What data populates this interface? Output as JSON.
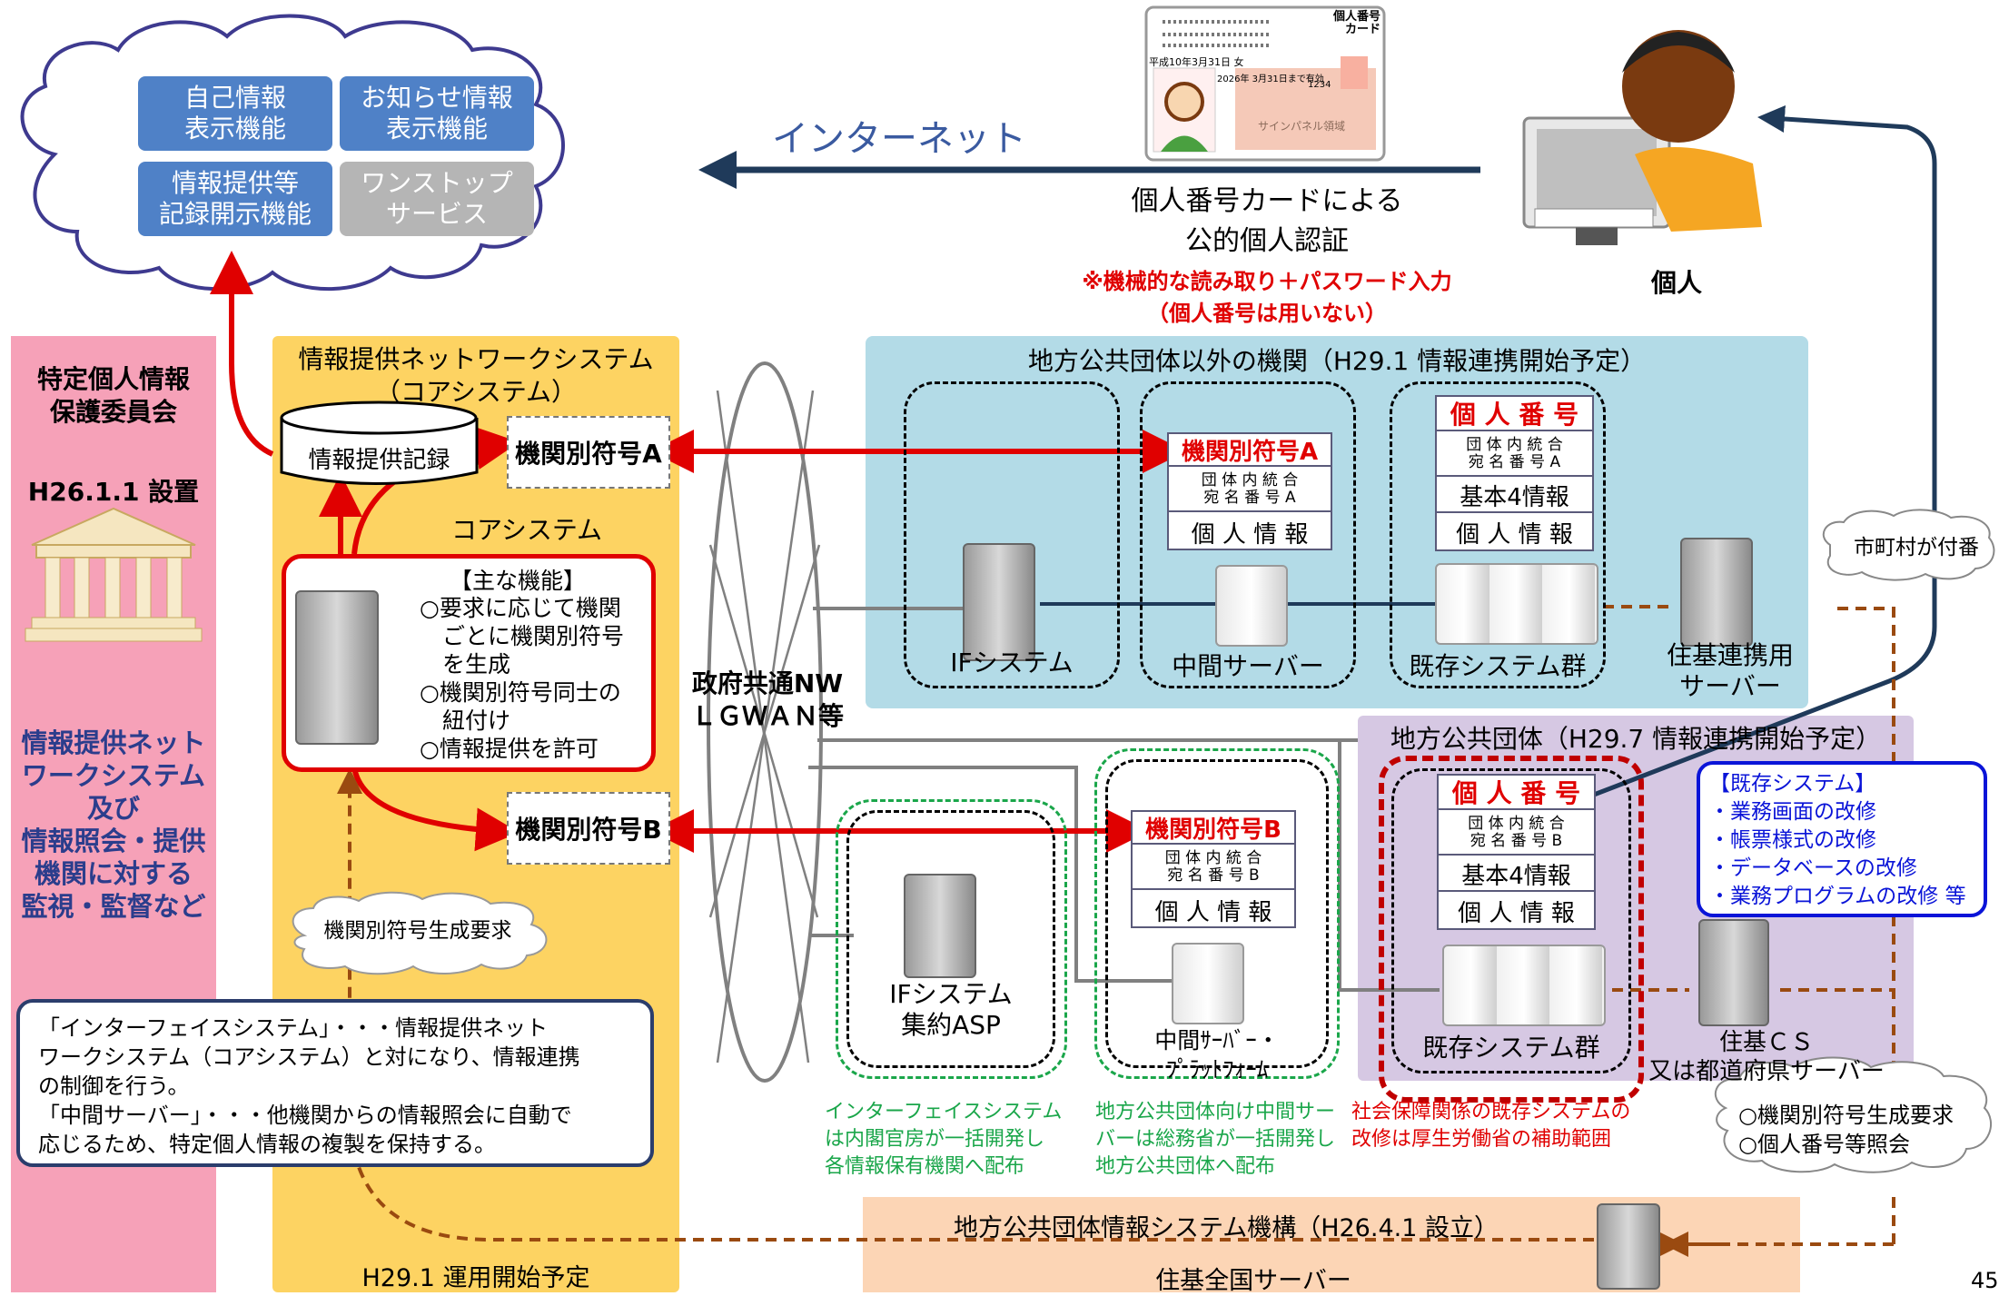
{
  "cloud_functions": [
    {
      "label": "自己情報\n表示機能",
      "style": "blue"
    },
    {
      "label": "お知らせ情報\n表示機能",
      "style": "blue"
    },
    {
      "label": "情報提供等\n記録開示機能",
      "style": "blue"
    },
    {
      "label": "ワンストップ\nサービス",
      "style": "gray"
    }
  ],
  "internet_label": "インターネット",
  "mynumber_card": {
    "title": "個人番号\nカード",
    "expiry": "2026年 3月31日まで有効",
    "birth": "平成10年3月31日",
    "sex": "女",
    "signature_panel": "サインパネル領域",
    "code": "1234"
  },
  "auth": {
    "line1": "個人番号カードによる",
    "line2": "公的個人認証",
    "note1": "※機械的な読み取り＋パスワード入力",
    "note2": "（個人番号は用いない）"
  },
  "person_label": "個人",
  "commission": {
    "title": "特定個人情報\n保護委員会",
    "established": "H26.1.1 設置",
    "duties": "情報提供ネット\nワークシステム\n及び\n情報照会・提供\n機関に対する\n監視・監督など"
  },
  "core": {
    "title": "情報提供ネットワークシステム\n（コアシステム）",
    "record": "情報提供記録",
    "code_a": "機関別符号A",
    "code_b": "機関別符号B",
    "core_label": "コアシステム",
    "functions_title": "【主な機能】",
    "functions": "○要求に応じて機関\n　ごとに機関別符号\n　を生成\n○機関別符号同士の\n　紐付け\n○情報提供を許可",
    "gen_request": "機関別符号生成要求",
    "start": "H29.1 運用開始予定"
  },
  "network": {
    "label": "政府共通NW\nＬＧＷＡＮ等"
  },
  "other_agencies": {
    "title": "地方公共団体以外の機関（H29.1 情報連携開始予定）",
    "if_system": "IFシステム",
    "middle_server": "中間サーバー",
    "code_a": "機関別符号A",
    "unified_a": "団 体 内 統 合\n宛 名 番 号 A",
    "personal_info": "個 人 情 報",
    "mynumber": "個 人 番 号",
    "basic4": "基本4情報",
    "existing": "既存システム群",
    "juki_server": "住基連携用\nサーバー",
    "municipality_assign": "市町村が付番"
  },
  "local_gov": {
    "title": "地方公共団体（H29.7 情報連携開始予定）",
    "if_asp": "IFシステム\n集約ASP",
    "middle_platform": "中間ｻｰﾊﾞｰ・\nﾌﾟﾗｯﾄﾌｫｰﾑ",
    "code_b": "機関別符号B",
    "unified_b": "団 体 内 統 合\n宛 名 番 号 B",
    "personal_info": "個 人 情 報",
    "mynumber": "個 人 番 号",
    "basic4": "基本4情報",
    "existing": "既存システム群",
    "juki_cs": "住基ＣＳ\n又は都道府県サーバー",
    "existing_mods": "【既存システム】\n・業務画面の改修\n・帳票様式の改修\n・データベースの改修\n・業務プログラムの改修 等"
  },
  "notes": {
    "green1": "インターフェイスシステム\nは内閣官房が一括開発し\n各情報保有機関へ配布",
    "green2": "地方公共団体向け中間サー\nバーは総務省が一括開発し\n地方公共団体へ配布",
    "red": "社会保障関係の既存システムの\n改修は厚生労働省の補助範囲",
    "glossary": "「インターフェイスシステム」・・・情報提供ネット\nワークシステム（コアシステム）と対になり、情報連携\nの制御を行う。\n「中間サーバー」・・・他機関からの情報照会に自動で\n応じるため、特定個人情報の複製を保持する。",
    "request_cloud": "○機関別符号生成要求\n○個人番号等照会"
  },
  "jlis": {
    "title": "地方公共団体情報システム機構（H26.4.1 設立）",
    "server": "住基全国サーバー"
  },
  "page_number": "45",
  "colors": {
    "blue_tile": "#4f81c7",
    "gray_tile": "#b5b5b5",
    "pink": "#f6a1b8",
    "yellow": "#fdd362",
    "light_blue": "#b3dbe7",
    "lavender": "#d6c8e3",
    "peach": "#fcd5b5",
    "red": "#e00000",
    "navy": "#1f3a5a",
    "brown": "#8b4513"
  }
}
